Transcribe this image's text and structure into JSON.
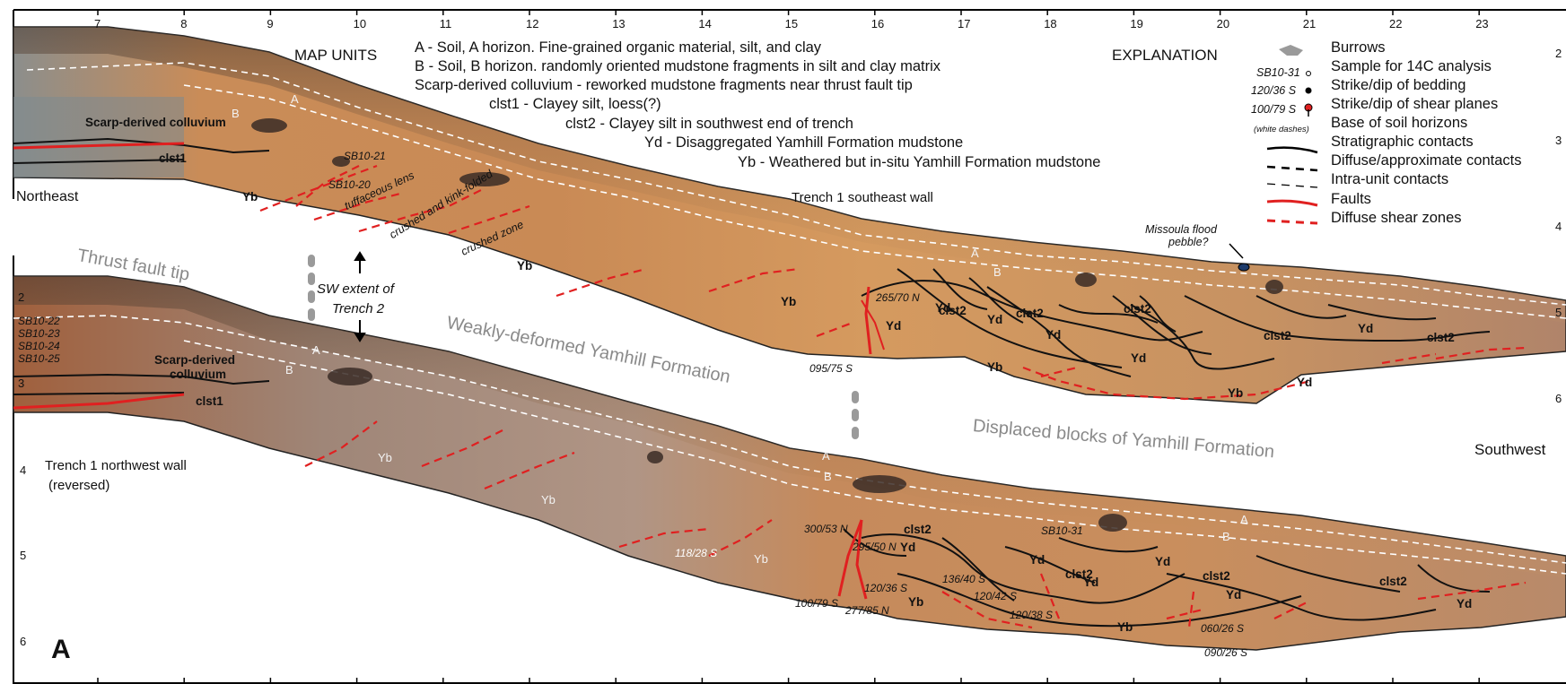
{
  "panel_letter": "A",
  "scale_top": [
    "7",
    "8",
    "9",
    "10",
    "11",
    "12",
    "13",
    "14",
    "15",
    "16",
    "17",
    "18",
    "19",
    "20",
    "21",
    "22",
    "23"
  ],
  "left_depth": [
    "2",
    "3",
    "4",
    "5",
    "6"
  ],
  "right_depth": [
    "2",
    "3",
    "4",
    "5",
    "6"
  ],
  "map_units": {
    "title": "MAP UNITS",
    "A": "A  -  Soil, A horizon. Fine-grained organic material, silt, and clay",
    "B": "B  -  Soil, B horizon. randomly oriented mudstone fragments in silt and clay matrix",
    "colluvium": "Scarp-derived colluvium - reworked mudstone fragments near thrust fault tip",
    "clst1": "clst1  -  Clayey silt, loess(?)",
    "clst2": "clst2  -  Clayey silt in southwest end of trench",
    "Yd": "Yd  -  Disaggregated Yamhill Formation mudstone",
    "Yb": "Yb  -  Weathered but in-situ Yamhill Formation mudstone"
  },
  "explanation": {
    "title": "EXPLANATION",
    "burrows": "Burrows",
    "sample_code": "SB10-31",
    "sample": "Sample for 14C analysis",
    "bedding_code": "120/36 S",
    "bedding": "Strike/dip of bedding",
    "shear_code": "100/79 S",
    "shear": "Strike/dip of shear planes",
    "white_dashes": "(white dashes)",
    "soil_base": "Base of soil horizons",
    "strat": "Stratigraphic contacts",
    "diffuse": "Diffuse/approximate contacts",
    "intra": "Intra-unit contacts",
    "faults": "Faults",
    "shear_zones": "Diffuse shear zones"
  },
  "labels": {
    "northeast": "Northeast",
    "southwest": "Southwest",
    "se_wall": "Trench 1 southeast wall",
    "nw_wall_1": "Trench 1 northwest wall",
    "nw_wall_2": "(reversed)",
    "thrust_tip": "Thrust fault tip",
    "sw_extent_1": "SW extent of",
    "sw_extent_2": "Trench 2",
    "weakly": "Weakly-deformed Yamhill Formation",
    "displaced": "Displaced blocks of Yamhill Formation",
    "missoula_1": "Missoula flood",
    "missoula_2": "pebble?",
    "tuffaceous": "tuffaceous lens",
    "crushed_kink": "crushed and kink-folded",
    "crushed_zone": "crushed zone"
  },
  "samples": {
    "s21": "SB10-21",
    "s20": "SB10-20",
    "s22": "SB10-22",
    "s23": "SB10-23",
    "s24": "SB10-24",
    "s25": "SB10-25",
    "s31": "SB10-31"
  },
  "measurements": {
    "m1": "265/70 N",
    "m2": "095/75 S",
    "m3": "300/53 N",
    "m4": "295/50 N",
    "m5": "120/36 S",
    "m6": "100/79 S",
    "m7": "277/85 N",
    "m8": "136/40 S",
    "m9": "120/42 S",
    "m10": "120/38 S",
    "m11": "060/26 S",
    "m12": "090/26 S",
    "m13": "118/28 S"
  },
  "units_top": {
    "colluvium": "Scarp-derived colluvium",
    "clst1": "clst1",
    "B": "B",
    "A": "A",
    "yb1": "Yb",
    "yb2": "Yb",
    "yb3": "Yb",
    "yd1": "Yd",
    "yd2": "Yd",
    "yd3": "Yd",
    "yd4": "Yd",
    "yd5": "Yd",
    "yd6": "Yd",
    "yd7": "Yd",
    "clst2a": "clst2",
    "clst2b": "clst2",
    "clst2c": "clst2",
    "clst2d": "clst2",
    "clst2e": "clst2",
    "yb4": "Yb",
    "yb5": "Yb",
    "A2": "A",
    "B2": "B"
  },
  "units_bot": {
    "colluvium1": "Scarp-derived",
    "colluvium2": "colluvium",
    "clst1": "clst1",
    "A": "A",
    "B": "B",
    "yb1": "Yb",
    "yb2": "Yb",
    "yb3": "Yb",
    "yb4": "Yb",
    "yb5": "Yb",
    "A2": "A",
    "B2": "B",
    "A3": "A",
    "B3": "B",
    "yd1": "Yd",
    "yd2": "Yd",
    "yd3": "Yd",
    "yd4": "Yd",
    "yd5": "Yd",
    "yd6": "Yd",
    "clst2a": "clst2",
    "clst2b": "clst2",
    "clst2c": "clst2",
    "clst2d": "clst2"
  }
}
